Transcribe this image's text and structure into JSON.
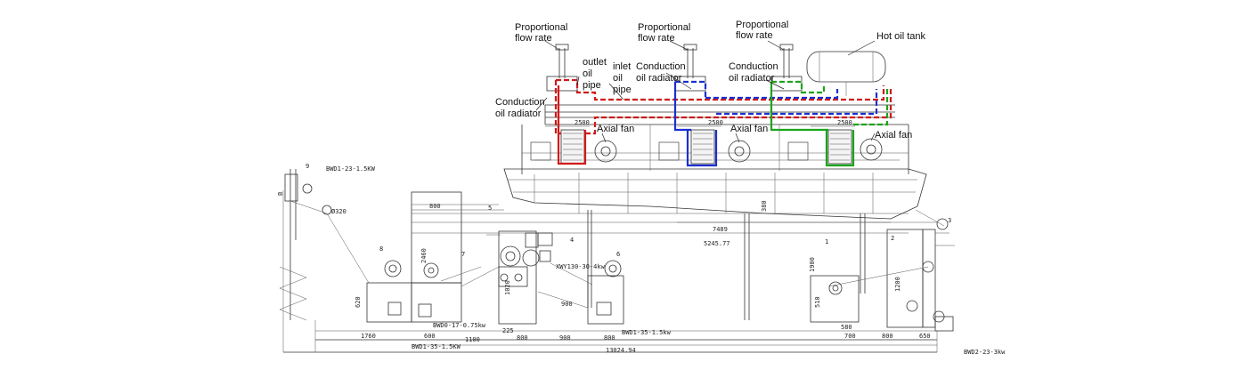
{
  "labels": {
    "flow_rate_1": [
      "Proportional",
      "flow rate"
    ],
    "flow_rate_2": [
      "Proportional",
      "flow rate"
    ],
    "flow_rate_3": [
      "Proportional",
      "flow rate"
    ],
    "hot_oil_tank": "Hot oil tank",
    "outlet_oil_pipe": [
      "outlet",
      "oil",
      "pipe"
    ],
    "inlet_oil_pipe": [
      "inlet",
      "oil",
      "pipe"
    ],
    "radiator_1": [
      "Conduction",
      "oil radiator"
    ],
    "radiator_2": [
      "Conduction",
      "oil radiator"
    ],
    "radiator_3": [
      "Conduction",
      "oil radiator"
    ],
    "axial_fan_1": "Axial fan",
    "axial_fan_2": "Axial fan",
    "axial_fan_3": "Axial fan"
  },
  "dimensions": {
    "d2500a": "2500",
    "d2500b": "2500",
    "d2500c": "2500",
    "d800top": "800",
    "d380": "380",
    "d7489": "7489",
    "d5245": "5245.77",
    "d2460": "2460",
    "d620": "620",
    "d1020": "1020",
    "d1900": "1900",
    "d510": "510",
    "d1200": "1200",
    "d1760": "1760",
    "d600": "600",
    "d1100": "1100",
    "d225": "225",
    "d800a": "800",
    "d900a": "900",
    "d900b": "900",
    "d800b": "800",
    "d580": "580",
    "d700": "700",
    "d800c": "800",
    "d650": "650",
    "d13024": "13024.94"
  },
  "motor_tags": {
    "m1": "BWD1-23-1.5KW",
    "m2": "BWD0-17-0.75kw",
    "m3": "BWD1-35-1.5KW",
    "m4": "BWD1-35-1.5kw",
    "m5": "BWD2-23-3kw",
    "m6": "XWY130-30-4kw",
    "m7": "Ø320"
  },
  "callouts": {
    "n1": "1",
    "n2": "2",
    "n3": "3",
    "n4": "4",
    "n5": "5",
    "n6": "6",
    "n7": "7",
    "n8": "8",
    "n9": "9"
  },
  "colors": {
    "red_circuit": "#d01a1a",
    "blue_circuit": "#1a2fd0",
    "green_circuit": "#1aa51a"
  }
}
